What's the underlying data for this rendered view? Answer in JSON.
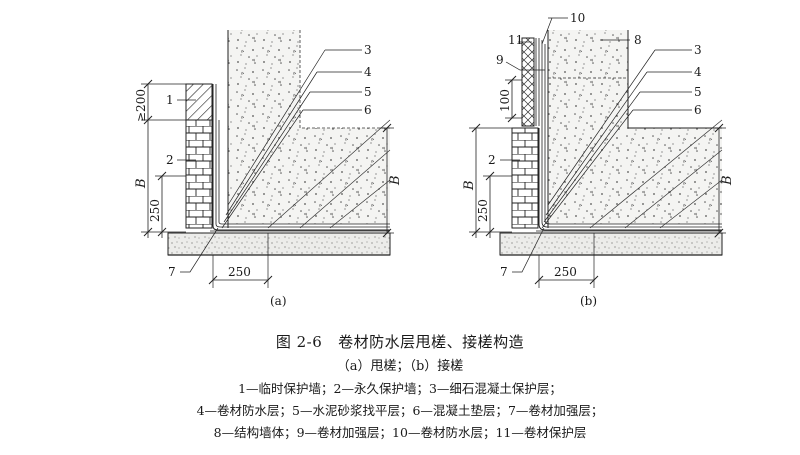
{
  "figure": {
    "number": "图 2-6",
    "title": "卷材防水层甩槎、接槎构造",
    "subtitle": "（a）甩槎；（b）接槎",
    "legend_lines": [
      "1—临时保护墙；2—永久保护墙；3—细石混凝土保护层；",
      "4—卷材防水层；5—水泥砂浆找平层；6—混凝土垫层；7—卷材加强层；",
      "8—结构墙体；9—卷材加强层；10—卷材防水层；11—卷材保护层"
    ]
  },
  "panel_a": {
    "caption": "(a)",
    "callouts": [
      "1",
      "2",
      "3",
      "4",
      "5",
      "6",
      "7"
    ],
    "dims": {
      "top": "≥200",
      "height": "B",
      "base": "250",
      "width": "250",
      "right_height": "B"
    }
  },
  "panel_b": {
    "caption": "(b)",
    "callouts": [
      "2",
      "3",
      "4",
      "5",
      "6",
      "7",
      "8",
      "9",
      "10",
      "11"
    ],
    "dims": {
      "lap": "100",
      "height": "B",
      "base": "250",
      "width": "250",
      "right_height": "B"
    }
  }
}
